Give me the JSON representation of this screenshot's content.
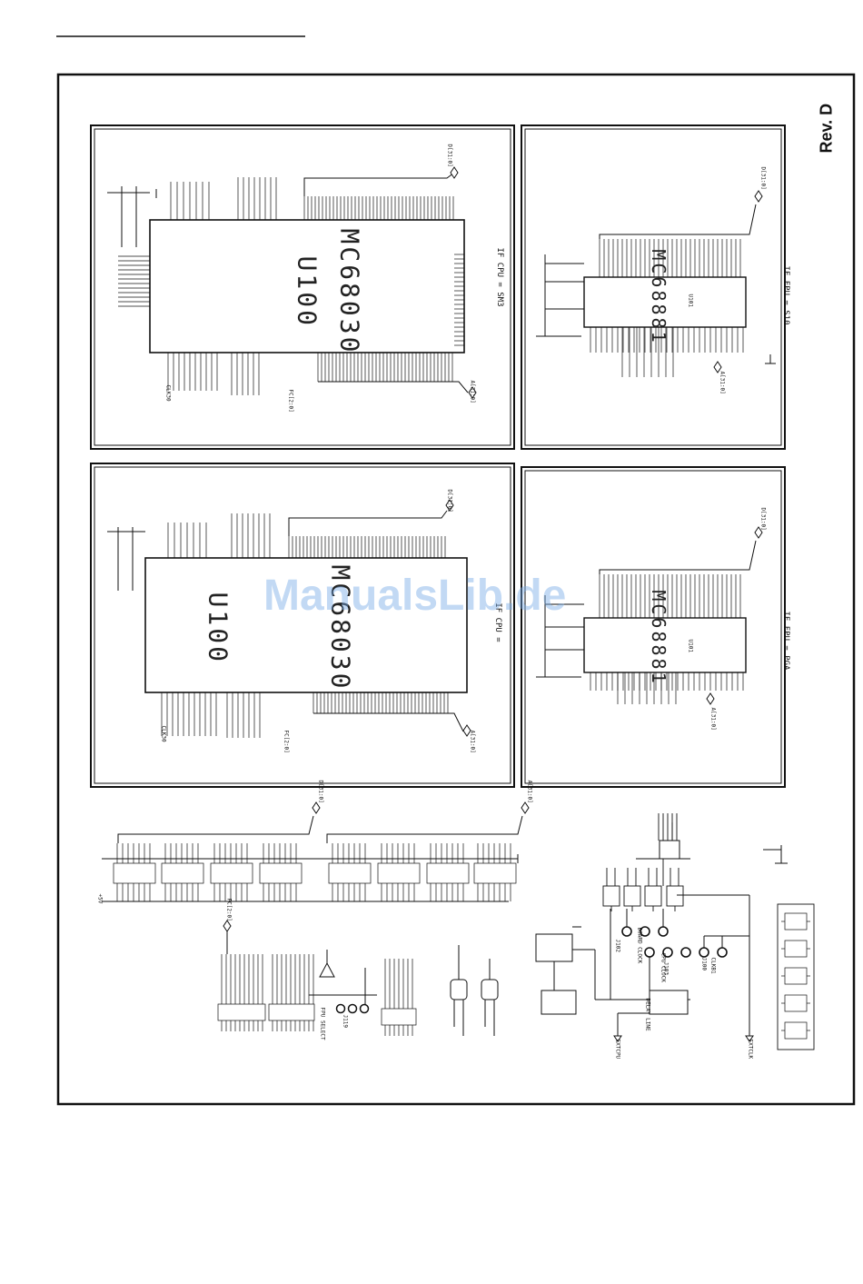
{
  "revision": "Rev. D",
  "watermark": "ManualsLib.de",
  "panels": {
    "cpu_sm3": {
      "chip_ref": "U100",
      "chip_part": "MC68030",
      "condition": "IF CPU = SM3",
      "bus_data": "D[31:0]",
      "bus_addr": "A[31:0]",
      "clock": "CLK30",
      "fc_bus": "FC[2:0]"
    },
    "fpu_s10": {
      "chip_ref": "U101",
      "chip_part": "MC68881",
      "condition": "IF FPU = S10",
      "bus_data": "D[31:0]",
      "bus_addr": "A[31:0]"
    },
    "cpu_alt": {
      "chip_ref": "U100",
      "chip_part": "MC68030",
      "condition": "IF CPU =",
      "bus_data": "D[31:0]",
      "bus_addr": "A[31:0]",
      "clock": "CLK30",
      "fc_bus": "FC[2:0]"
    },
    "fpu_pga": {
      "chip_ref": "U101",
      "chip_part": "MC68881",
      "condition": "IF FPU = PGA",
      "bus_data": "D[31:0]",
      "bus_addr": "A[31:0]"
    }
  },
  "bottom": {
    "data_bus": "D[31:0]",
    "addr_bus": "A[31:0]",
    "fc_bus": "FC[2:0]",
    "fpu_select": "FPU SELECT",
    "jumper_j119": "J119",
    "board_clock": "BOARD CLOCK",
    "board_clock_ref": "J102",
    "cpu_clock": "CPU CLOCK",
    "cpu_clock_ref": "J103",
    "j100_label": "J100",
    "j100_sub": "CLKB1",
    "delay_line": "DELAY LINE",
    "extcpu": "EXTCPU",
    "extclk": "EXTCLK",
    "supply": "+5V"
  }
}
